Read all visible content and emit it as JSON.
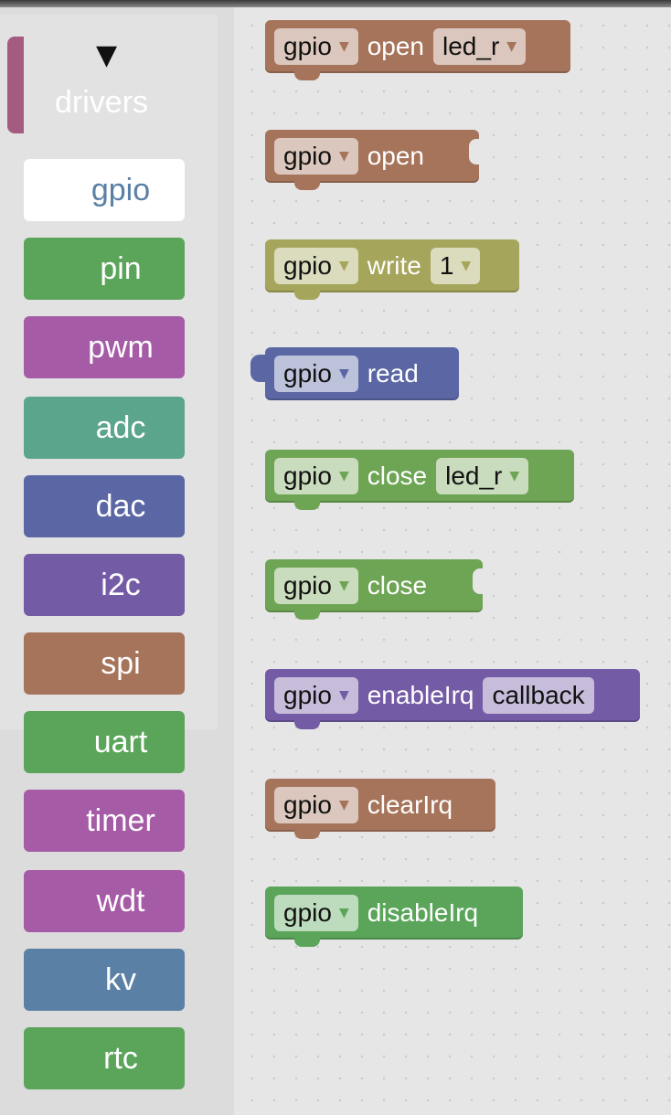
{
  "colors": {
    "brown": "#a5745b",
    "olive": "#a5a55b",
    "blue": "#5b67a5",
    "green": "#5ba55b",
    "green2": "#5ba55b",
    "purple": "#745ba5",
    "magenta": "#a55ba5",
    "teal": "#5ba58c",
    "steel": "#5b80a5",
    "rose": "#a55b80"
  },
  "toolbox": {
    "category": {
      "label": "drivers",
      "icon": "triangle-down-icon"
    },
    "items": [
      {
        "label": "gpio",
        "color": "#5b80a5",
        "selected": true
      },
      {
        "label": "pin",
        "color": "#5ba55b"
      },
      {
        "label": "pwm",
        "color": "#a55ba5"
      },
      {
        "label": "adc",
        "color": "#5ba58c"
      },
      {
        "label": "dac",
        "color": "#5b67a5"
      },
      {
        "label": "i2c",
        "color": "#745ba5"
      },
      {
        "label": "spi",
        "color": "#a5745b"
      },
      {
        "label": "uart",
        "color": "#5ba55b"
      },
      {
        "label": "timer",
        "color": "#a55ba5"
      },
      {
        "label": "wdt",
        "color": "#a55ba5"
      },
      {
        "label": "kv",
        "color": "#5b80a5"
      },
      {
        "label": "rtc",
        "color": "#5ba55b"
      }
    ]
  },
  "blocks": {
    "b1": {
      "var": "gpio",
      "label": "open",
      "field": "led_r"
    },
    "b2": {
      "var": "gpio",
      "label": "open"
    },
    "b3": {
      "var": "gpio",
      "label": "write",
      "field": "1"
    },
    "b4": {
      "var": "gpio",
      "label": "read"
    },
    "b5": {
      "var": "gpio",
      "label": "close",
      "field": "led_r"
    },
    "b6": {
      "var": "gpio",
      "label": "close"
    },
    "b7": {
      "var": "gpio",
      "label": "enableIrq",
      "field": "callback"
    },
    "b8": {
      "var": "gpio",
      "label": "clearIrq"
    },
    "b9": {
      "var": "gpio",
      "label": "disableIrq"
    }
  }
}
